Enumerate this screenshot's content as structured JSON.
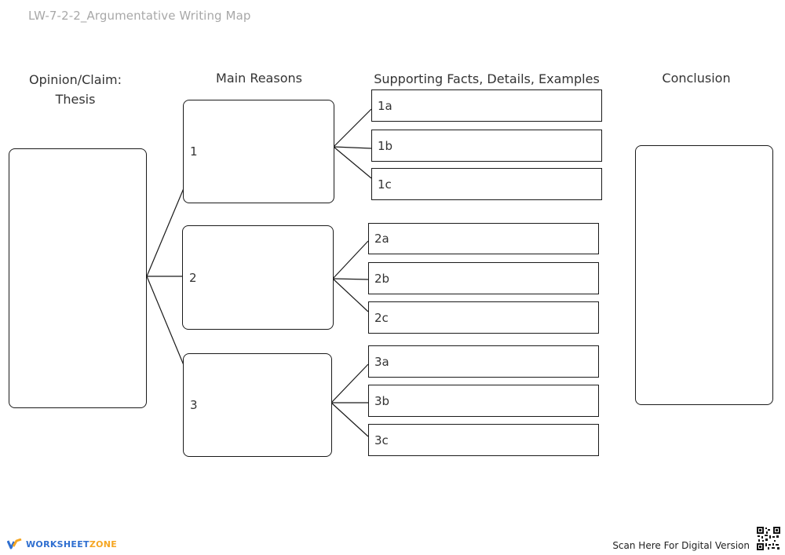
{
  "document": {
    "title": "LW-7-2-2_Argumentative Writing Map"
  },
  "headers": {
    "thesis_line1": "Opinion/Claim:",
    "thesis_line2": "Thesis",
    "reasons": "Main Reasons",
    "facts": "Supporting Facts, Details, Examples",
    "conclusion": "Conclusion"
  },
  "reasons": [
    {
      "label": "1",
      "facts": [
        "1a",
        "1b",
        "1c"
      ]
    },
    {
      "label": "2",
      "facts": [
        "2a",
        "2b",
        "2c"
      ]
    },
    {
      "label": "3",
      "facts": [
        "3a",
        "3b",
        "3c"
      ]
    }
  ],
  "footer": {
    "logo_part1": "WORKSHEET",
    "logo_part2": "ZONE",
    "scan_text": "Scan Here For Digital Version"
  },
  "colors": {
    "line": "#1a1a1a",
    "logo_blue": "#2f6fd0",
    "logo_orange": "#f5a623"
  }
}
